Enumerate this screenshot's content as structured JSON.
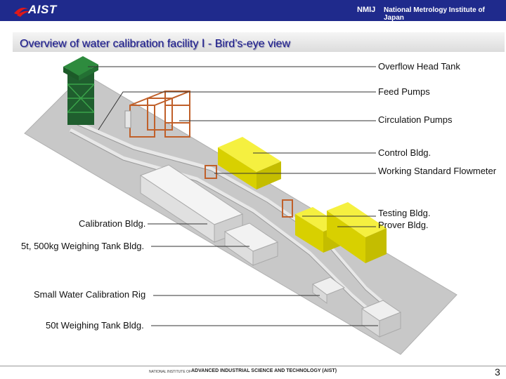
{
  "header": {
    "aist_logo": "AIST",
    "nmij_logo": "NMIJ",
    "institute_name": "National Metrology Institute of Japan"
  },
  "title": "Overview of water calibration facility Ⅰ - Bird’s-eye view",
  "labels": {
    "overflow_head_tank": "Overflow Head Tank",
    "feed_pumps": "Feed Pumps",
    "circulation_pumps": "Circulation Pumps",
    "control_bldg": "Control Bldg.",
    "working_standard_flowmeter": "Working Standard Flowmeter",
    "testing_bldg": "Testing Bldg.",
    "prover_bldg": "Prover Bldg.",
    "calibration_bldg": "Calibration Bldg.",
    "weighing_tank_5t": "5t, 500kg Weighing Tank Bldg.",
    "small_water_rig": "Small Water Calibration Rig",
    "weighing_tank_50t": "50t Weighing Tank Bldg."
  },
  "footer": {
    "small_text": "NATIONAL INSTITUTE OF",
    "org_name": "ADVANCED INDUSTRIAL SCIENCE AND TECHNOLOGY (AIST)",
    "page_number": "3"
  }
}
